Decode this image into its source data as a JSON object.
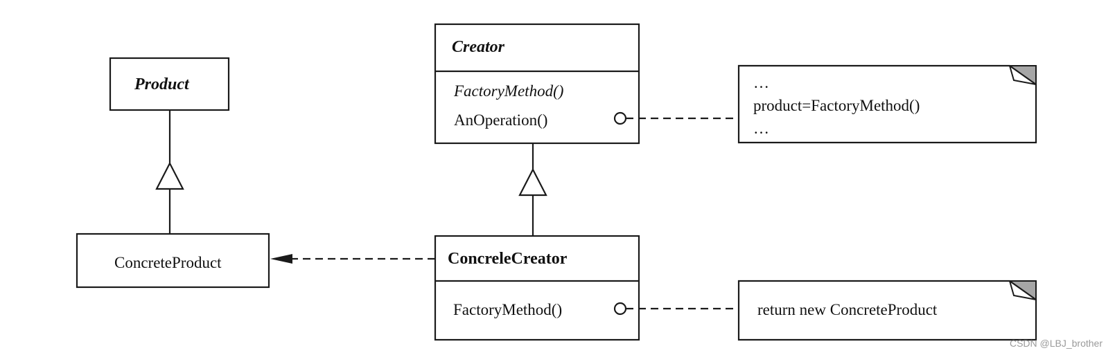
{
  "classes": {
    "product": {
      "name": "Product"
    },
    "concrete_product": {
      "name": "ConcreteProduct"
    },
    "creator": {
      "name": "Creator",
      "methods": [
        "FactoryMethod()",
        "AnOperation()"
      ]
    },
    "concrete_creator": {
      "name": "ConcreleCreator",
      "methods": [
        "FactoryMethod()"
      ]
    }
  },
  "notes": {
    "creator_note": {
      "lines": [
        "…",
        "product=FactoryMethod()",
        "…"
      ]
    },
    "concrete_creator_note": {
      "lines": [
        "return new ConcreteProduct"
      ]
    }
  },
  "watermark": "CSDN @LBJ_brother",
  "colors": {
    "line": "#1a1a1a",
    "note_fold": "#a6a6a6",
    "watermark": "#9a9a9a"
  }
}
